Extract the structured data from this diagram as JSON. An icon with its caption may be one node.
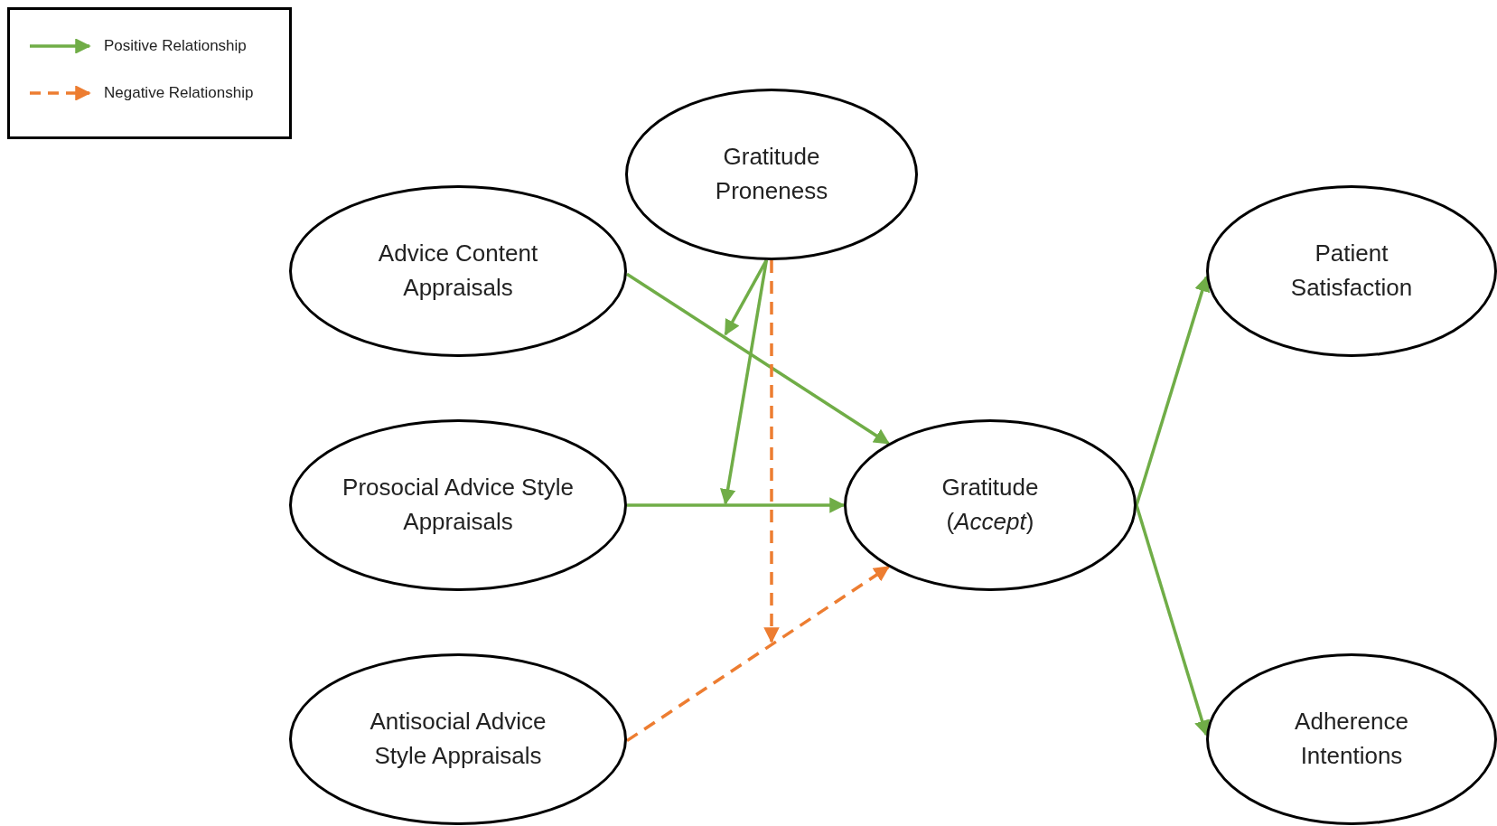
{
  "diagram": {
    "nodes": [
      {
        "text": [
          "Gratitude Proneness"
        ]
      },
      {
        "text": [
          "Advice Content Appraisals"
        ]
      },
      {
        "text": [
          "Prosocial Advice Style Appraisals"
        ]
      },
      {
        "text": [
          "Antisocial Advice Style Appraisals"
        ]
      },
      {
        "text": [
          "Gratitude (*Accept*)"
        ]
      },
      {
        "text": [
          "Patient Satisfaction"
        ]
      },
      {
        "text": [
          "Adherence Intentions"
        ]
      }
    ],
    "edges": [
      {
        "from": 1,
        "to": 4,
        "arrow": "to"
      },
      {
        "from": 2,
        "to": 4,
        "arrow": "to"
      },
      {
        "from": 3,
        "to": 4,
        "arrow": "to",
        "style": "dashed",
        "color": "#ed7d31"
      },
      {
        "from": 4,
        "to": 5,
        "arrow": "to"
      },
      {
        "from": 4,
        "to": 6,
        "arrow": "to"
      },
      {
        "from": 0,
        "to": null,
        "arrow": "to"
      },
      {
        "from": 0,
        "to": null,
        "arrow": "to"
      },
      {
        "from": 0,
        "to": null,
        "arrow": "to",
        "style": "dashed",
        "color": "#ed7d31"
      }
    ],
    "legend": [
      {
        "text": "Positive Relationship"
      },
      {
        "text": "Negative Relationship"
      }
    ]
  }
}
